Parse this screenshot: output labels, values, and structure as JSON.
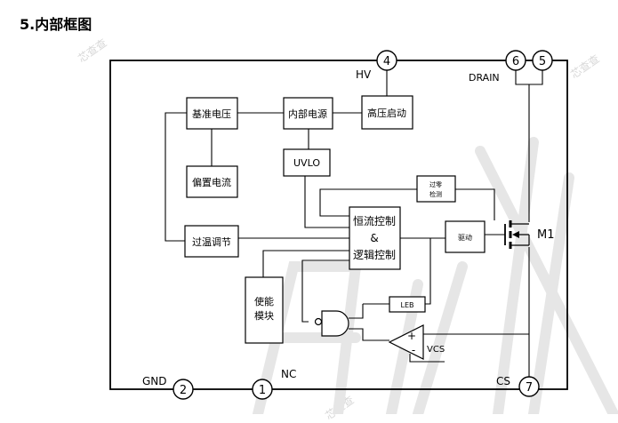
{
  "title": "5.内部框图",
  "watermark": "芯查查",
  "pins": {
    "hv": {
      "number": "4",
      "label": "HV"
    },
    "drain6": {
      "number": "6"
    },
    "drain5": {
      "number": "5"
    },
    "drain_label": "DRAIN",
    "gnd": {
      "number": "2",
      "label": "GND"
    },
    "nc": {
      "number": "1",
      "label": "NC"
    },
    "cs": {
      "number": "7",
      "label": "CS"
    }
  },
  "blocks": {
    "reference": "基准电压",
    "internal_supply": "内部电源",
    "hv_startup": "高压启动",
    "uvlo": "UVLO",
    "bias_current": "偏置电流",
    "over_temp_line1": "过零",
    "over_temp_line2": "检测",
    "over_temp_regulation": "过温调节",
    "logic_line1": "恒流控制",
    "logic_line2": "&",
    "logic_line3": "逻辑控制",
    "driver": "驱动",
    "enable_line1": "使能",
    "enable_line2": "模块",
    "leb": "LEB"
  },
  "labels": {
    "mosfet": "M1",
    "vcs": "VCS",
    "plus": "+",
    "minus": "-"
  }
}
